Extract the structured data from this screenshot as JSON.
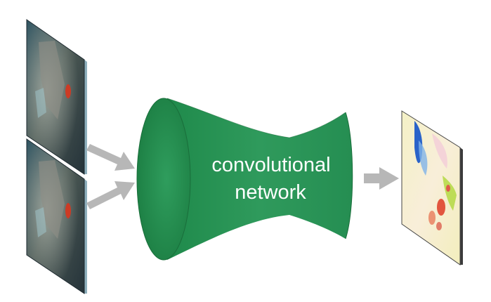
{
  "network": {
    "label_line1": "convolutional",
    "label_line2": "network",
    "color": "#2f9a5c"
  },
  "inputs": [
    {
      "kind": "video-frame-thumbnail"
    },
    {
      "kind": "video-frame-thumbnail"
    }
  ],
  "output": {
    "kind": "optical-flow-map"
  },
  "arrow_color": "#b7b7b7"
}
